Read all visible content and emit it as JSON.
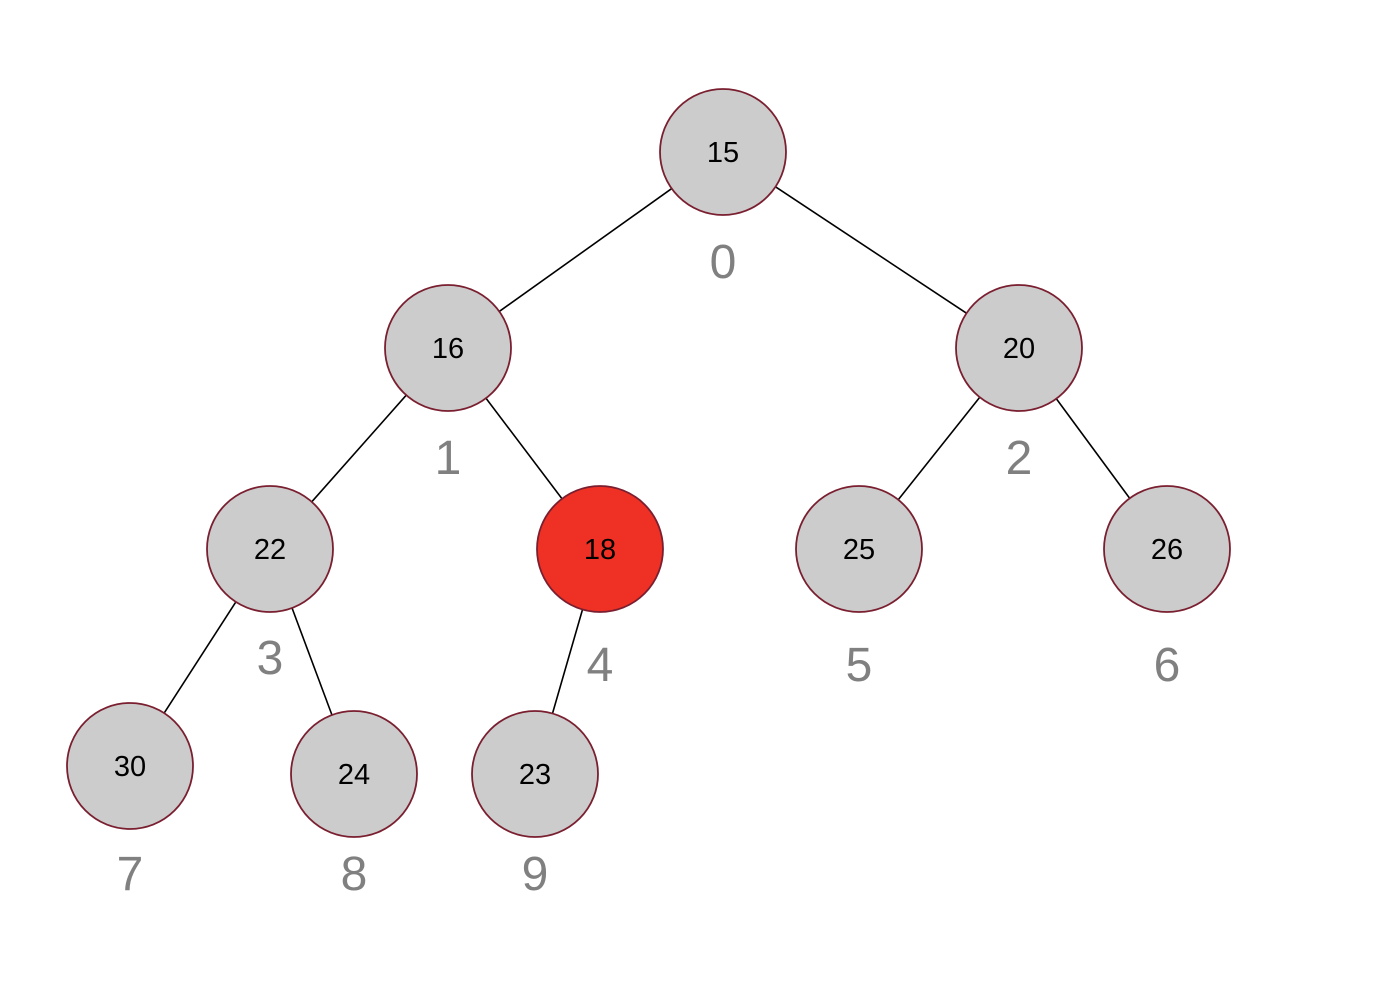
{
  "colors": {
    "node_fill": "#cccccc",
    "node_stroke": "#7a1f30",
    "highlight_fill": "#ee3124",
    "edge": "#000000",
    "index_text": "#808080",
    "value_text": "#000000"
  },
  "heap": {
    "nodes": [
      {
        "index": "0",
        "value": "15",
        "highlighted": false
      },
      {
        "index": "1",
        "value": "16",
        "highlighted": false
      },
      {
        "index": "2",
        "value": "20",
        "highlighted": false
      },
      {
        "index": "3",
        "value": "22",
        "highlighted": false
      },
      {
        "index": "4",
        "value": "18",
        "highlighted": true
      },
      {
        "index": "5",
        "value": "25",
        "highlighted": false
      },
      {
        "index": "6",
        "value": "26",
        "highlighted": false
      },
      {
        "index": "7",
        "value": "30",
        "highlighted": false
      },
      {
        "index": "8",
        "value": "24",
        "highlighted": false
      },
      {
        "index": "9",
        "value": "23",
        "highlighted": false
      }
    ],
    "edges": [
      {
        "from": 0,
        "to": 1
      },
      {
        "from": 0,
        "to": 2
      },
      {
        "from": 1,
        "to": 3
      },
      {
        "from": 1,
        "to": 4
      },
      {
        "from": 2,
        "to": 5
      },
      {
        "from": 2,
        "to": 6
      },
      {
        "from": 3,
        "to": 7
      },
      {
        "from": 3,
        "to": 8
      },
      {
        "from": 4,
        "to": 9
      }
    ]
  }
}
